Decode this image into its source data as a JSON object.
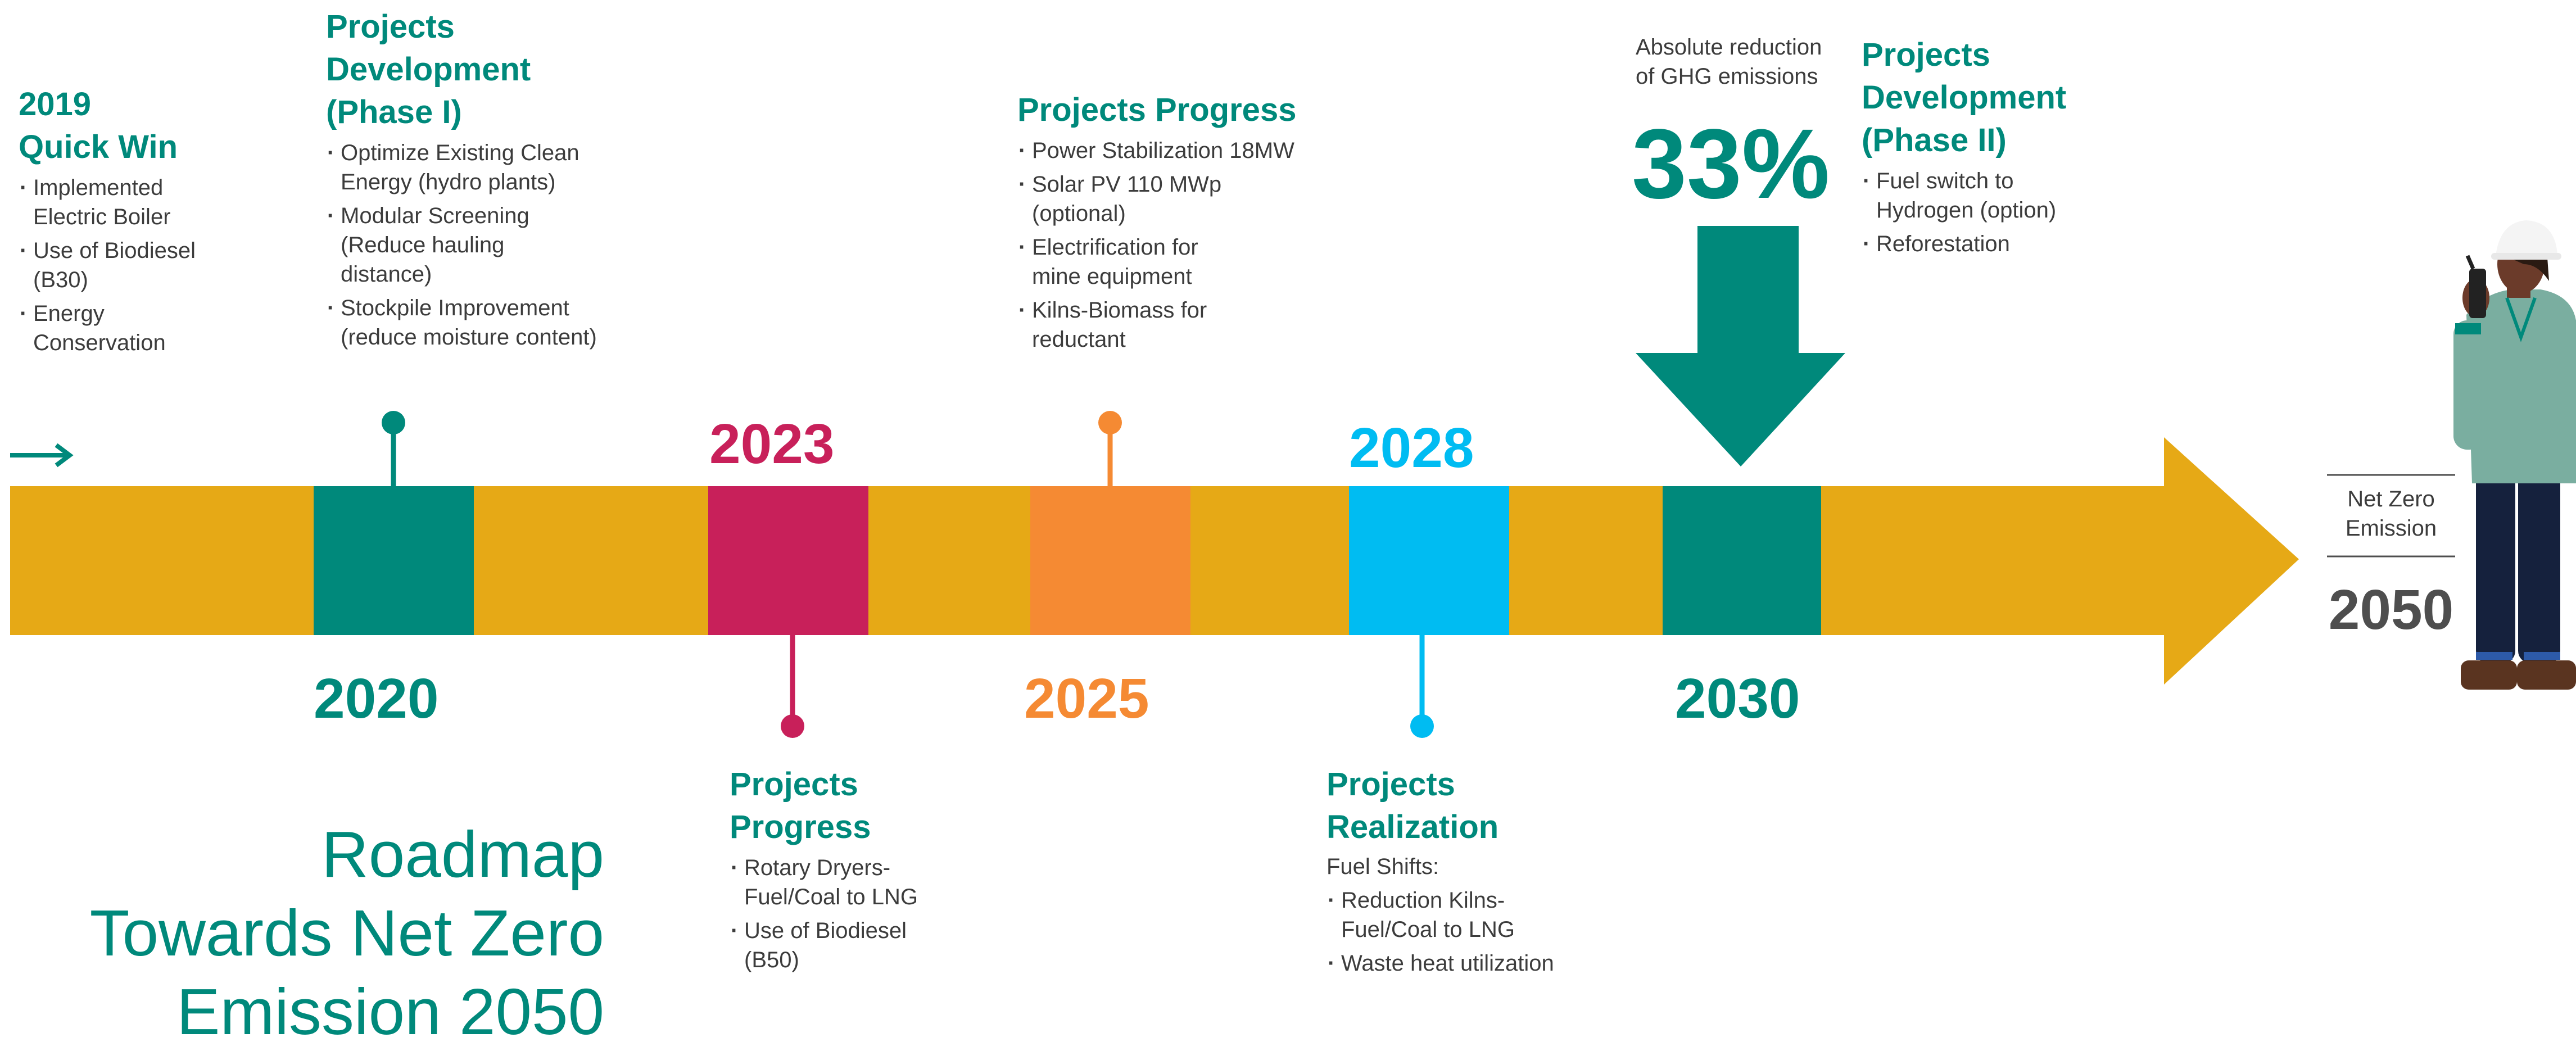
{
  "colors": {
    "band": "#e6a916",
    "teal": "#00897b",
    "magenta": "#c8205a",
    "orange": "#f58a33",
    "cyan": "#00bcf2",
    "gray": "#4e4e4e"
  },
  "milestones": {
    "m2019": {
      "heading": [
        "2019",
        "Quick Win"
      ],
      "bullets": [
        "Implemented Electric Boiler",
        "Use of Biodiesel (B30)",
        "Energy Conservation"
      ]
    },
    "m2020": {
      "year": "2020",
      "heading": [
        "Projects",
        "Development",
        "(Phase I)"
      ],
      "bullets": [
        "Optimize Existing Clean Energy (hydro plants)",
        "Modular Screening (Reduce hauling distance)",
        "Stockpile Improvement (reduce moisture content)"
      ]
    },
    "m2023": {
      "year": "2023",
      "heading": [
        "Projects",
        "Progress"
      ],
      "bullets": [
        "Rotary Dryers- Fuel/Coal to LNG",
        "Use of Biodiesel (B50)"
      ]
    },
    "m2025": {
      "year": "2025",
      "heading": [
        "Projects Progress"
      ],
      "bullets": [
        "Power Stabilization 18MW",
        "Solar PV 110 MWp (optional)",
        "Electrification for mine equipment",
        "Kilns-Biomass for reductant"
      ]
    },
    "m2028": {
      "year": "2028",
      "heading": [
        "Projects",
        "Realization"
      ],
      "subheading": "Fuel Shifts:",
      "bullets": [
        "Reduction Kilns- Fuel/Coal to LNG",
        "Waste heat utilization"
      ]
    },
    "m2030": {
      "year": "2030",
      "reduction_label": "Absolute reduction of GHG emissions",
      "reduction_value": "33%",
      "heading": [
        "Projects",
        "Development",
        "(Phase II)"
      ],
      "bullets": [
        "Fuel switch to Hydrogen (option)",
        "Reforestation"
      ]
    },
    "m2050": {
      "label": "Net Zero Emission",
      "year": "2050"
    }
  },
  "title": [
    "Roadmap",
    "Towards Net Zero",
    "Emission 2050"
  ],
  "icons": {
    "start_arrow": "right-arrow-icon",
    "down_arrow": "down-arrow-icon",
    "worker": "worker-with-radio-illustration"
  }
}
